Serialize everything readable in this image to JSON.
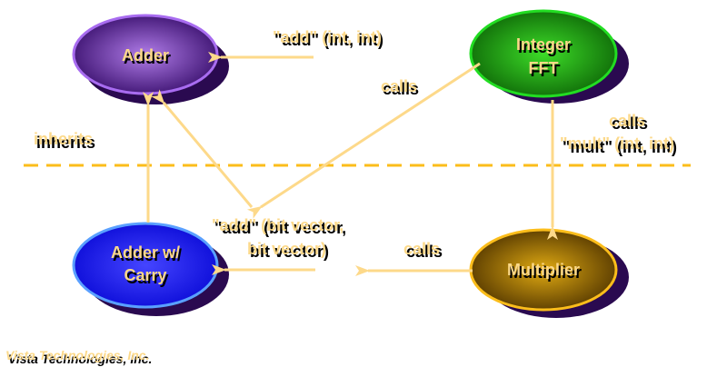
{
  "colors": {
    "arrow": "#fdd98a",
    "divider": "#fbbd1b",
    "shadow": "#2a0a50",
    "text_front": "#fcd98a",
    "text_shadow": "#000000"
  },
  "nodes": [
    {
      "id": "adder",
      "lines": [
        "Adder"
      ],
      "fill_center": "#a56be0",
      "fill_edge": "#3c1270",
      "stroke": "#a86cf0"
    },
    {
      "id": "integer-fft",
      "lines": [
        "Integer",
        "FFT"
      ],
      "fill_center": "#39d325",
      "fill_edge": "#0f6a08",
      "stroke": "#22dd22"
    },
    {
      "id": "adder-carry",
      "lines": [
        "Adder w/",
        "Carry"
      ],
      "fill_center": "#3f3fff",
      "fill_edge": "#0a0ad0",
      "stroke": "#5aa0ff"
    },
    {
      "id": "multiplier",
      "lines": [
        "Multiplier"
      ],
      "fill_center": "#d09a10",
      "fill_edge": "#5a3c00",
      "stroke": "#fbbd1b"
    }
  ],
  "labels": {
    "add_int": "\"add\" (int, int)",
    "calls_top": "calls",
    "calls_right": "calls",
    "mult_int": "\"mult\" (int, int)",
    "inherits": "inherits",
    "add_bitvec_1": "\"add\" (bit vector,",
    "add_bitvec_2": "bit vector)",
    "calls_bottom": "calls"
  },
  "footer": "Vista Technologies, Inc."
}
